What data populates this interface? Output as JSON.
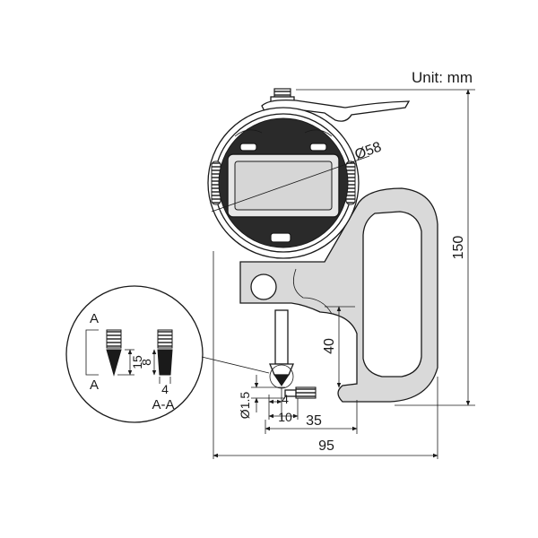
{
  "unit_label": "Unit: mm",
  "dimensions": {
    "dial_diameter": "Ø58",
    "overall_height": "150",
    "throat_depth": "40",
    "anvil_diameter": "Ø1.5",
    "tip_offset": "4",
    "tip_to_frame": "10",
    "reach": "35",
    "overall_width": "95"
  },
  "detail": {
    "section_marker_top": "A",
    "section_marker_bottom": "A",
    "tip_length": "15",
    "tip_width_side": "8",
    "tip_width_front": "4",
    "section_label": "A-A"
  },
  "colors": {
    "ink": "#1a1a1a",
    "body": "#d9d9d9",
    "background": "#ffffff"
  }
}
